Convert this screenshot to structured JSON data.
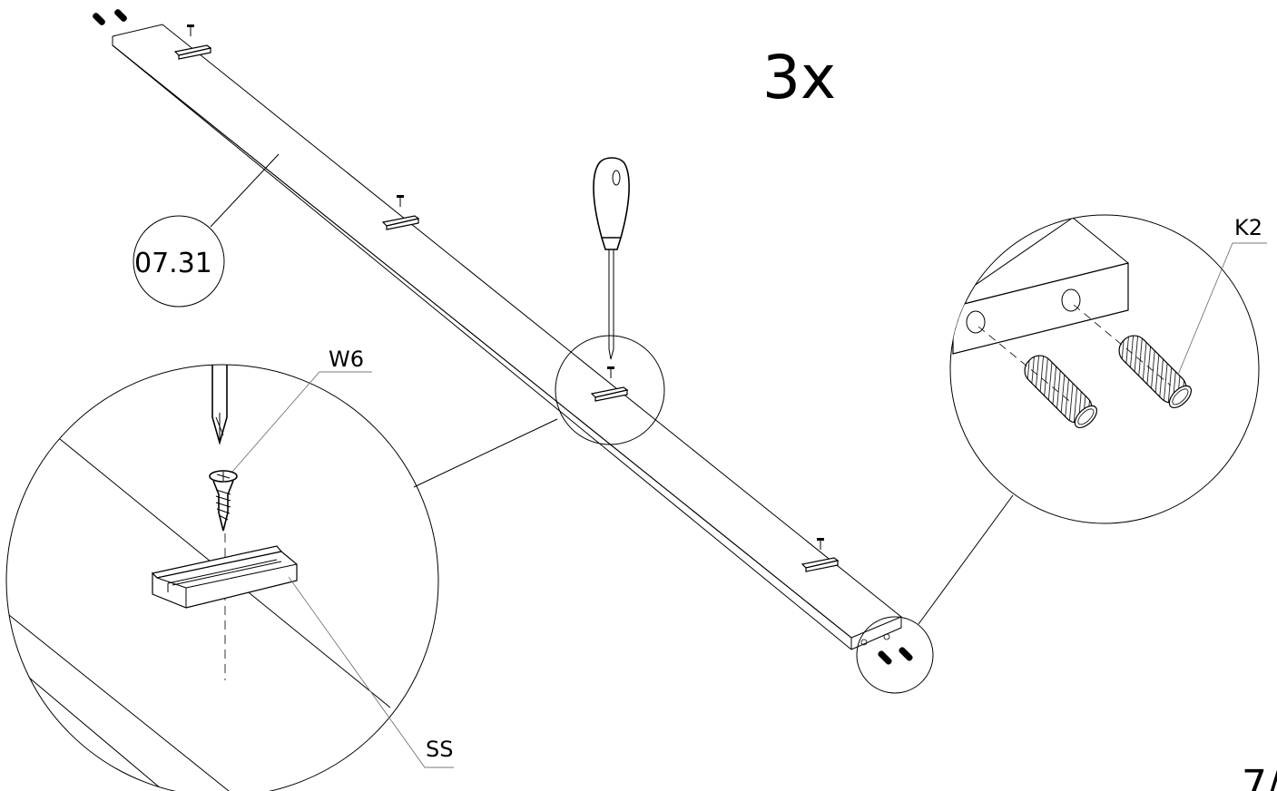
{
  "sheet": {
    "multiplier": "3x",
    "page_number": "7/"
  },
  "labels": {
    "part_number": "07.31",
    "screw": "W6",
    "dowel": "K2",
    "slide_strip": "SS"
  },
  "colors": {
    "line": "#000000",
    "leader": "#777777",
    "background": "#ffffff"
  }
}
